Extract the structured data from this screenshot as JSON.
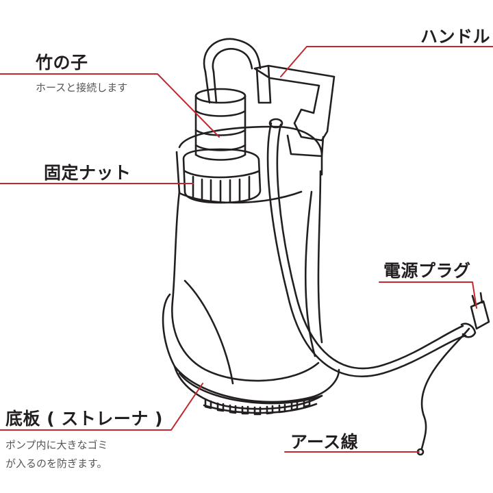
{
  "labels": {
    "handle": "ハンドル",
    "takenoko": "竹の子",
    "takenoko_desc": "ホースと接続します",
    "fixed_nut": "固定ナット",
    "power_plug": "電源プラグ",
    "bottom_plate": "底板 ( ストレーナ )",
    "bottom_desc_1": "ポンプ内に大きなゴミ",
    "bottom_desc_2": "が入るのを防ぎます。",
    "earth_wire": "アース線"
  },
  "colors": {
    "leader_line": "#c1272d",
    "outline": "#231f20"
  }
}
